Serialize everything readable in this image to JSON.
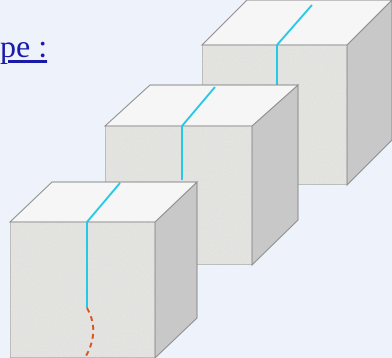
{
  "heading": "pe :",
  "colors": {
    "background": "#eef2fb",
    "heading": "#1a1aa8",
    "cube_top": "#f6f6f6",
    "cube_front": "#e8e8e6",
    "cube_side": "#c8c8c8",
    "cube_edge": "#8c8c8c",
    "crack_top": "#25c8e6",
    "crack_bottom": "#e0501e"
  },
  "diagram": {
    "cubes": [
      "cube-back",
      "cube-middle",
      "cube-front"
    ],
    "crack_lines": "cyan",
    "crack_extension": "red-dashed"
  }
}
